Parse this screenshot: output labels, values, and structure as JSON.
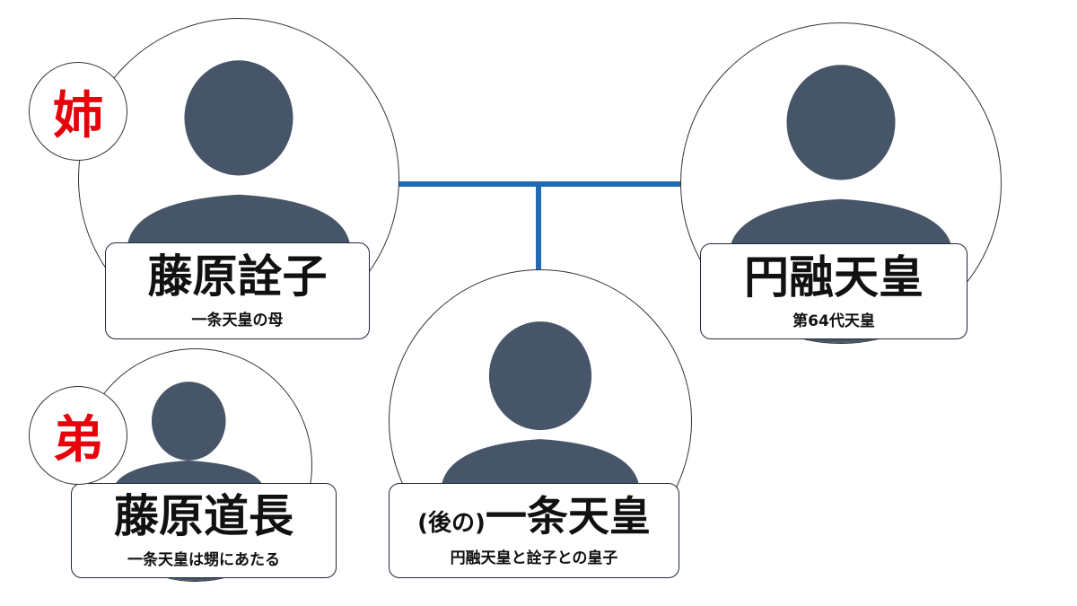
{
  "colors": {
    "silhouette": "#475569",
    "connector": "#1f6bb5",
    "relation_badge": "#e8000b"
  },
  "icons": [
    "person-silhouette-icon"
  ],
  "persons": {
    "senshi": {
      "name": "藤原詮子",
      "note": "一条天皇の母",
      "badge": "姉"
    },
    "enyu": {
      "name": "円融天皇",
      "note": "第64代天皇"
    },
    "michinaga": {
      "name": "藤原道長",
      "note": "一条天皇は甥にあたる",
      "badge": "弟"
    },
    "ichijo": {
      "prefix": "(後の)",
      "name": "一条天皇",
      "note": "円融天皇と詮子との皇子"
    }
  }
}
